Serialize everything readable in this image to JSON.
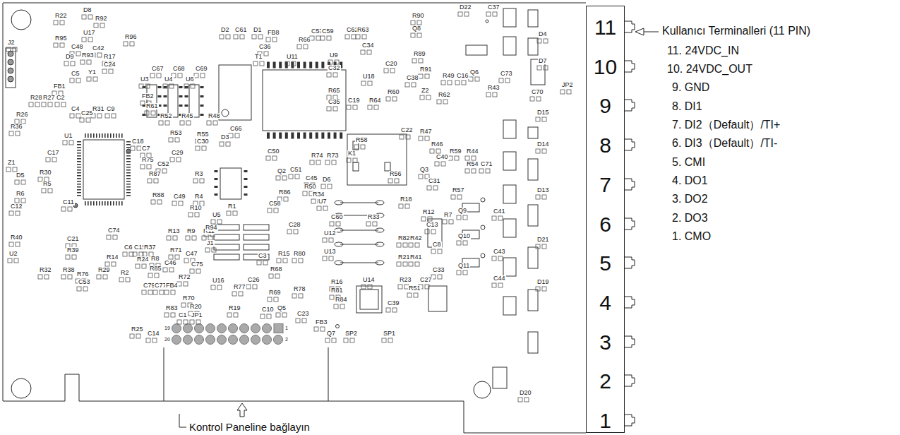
{
  "diagram": {
    "nodes": [
      {
        "text": [
          "11",
          "10",
          "9",
          "8",
          "7",
          "6",
          "5",
          "4",
          "3",
          "2",
          "1"
        ]
      }
    ],
    "labels": [
      "Kullanıcı Terminalleri (11 PIN)",
      "11. 24VDC_IN",
      "10. 24VDC_OUT",
      "9. GND",
      "8. DI1",
      "7. DI2（Default）/TI+",
      "6. DI3（Default）/TI-",
      "5. CMI",
      "4. DO1",
      "3. DO2",
      "2. DO3",
      "1. CMO",
      "Kontrol Paneline bağlayın",
      "19",
      "20",
      "1",
      "2",
      "R22",
      "D8",
      "R92",
      "U17",
      "R95",
      "C48",
      "R96",
      "R93",
      "C42",
      "R17",
      "C24",
      "Y1",
      "J2",
      "D9",
      "C5",
      "FB1",
      "FB2",
      "R28",
      "R27",
      "C2",
      "C4",
      "C25",
      "R31",
      "C9",
      "R26",
      "R36",
      "U1",
      "C17",
      "Z1",
      "D5",
      "R30",
      "R5",
      "R6",
      "C12",
      "C11",
      "R40",
      "C21",
      "U2",
      "R39",
      "R32",
      "R38",
      "R76",
      "C53",
      "R29",
      "R14",
      "C74",
      "C6",
      "C15",
      "R37",
      "R8",
      "R24",
      "R85",
      "R13",
      "R9",
      "R11",
      "R71",
      "C47",
      "C46",
      "C75",
      "R2",
      "C79",
      "C77",
      "FB4",
      "R72",
      "R70",
      "R20",
      "R83",
      "C1",
      "JP1",
      "R19",
      "R25",
      "C14",
      "J1",
      "U16",
      "R77",
      "C26",
      "C10",
      "Q5",
      "C3",
      "R15",
      "R80",
      "R68",
      "R69",
      "R78",
      "R16",
      "R81",
      "R84",
      "C23",
      "FB3",
      "Q7",
      "SP2",
      "SP1",
      "U14",
      "C39",
      "C28",
      "U12",
      "U13",
      "C60",
      "R33",
      "U7",
      "R86",
      "R50",
      "R34",
      "R1",
      "U5",
      "R94",
      "R10",
      "C58",
      "C45",
      "D6",
      "Q2",
      "C51",
      "C50",
      "R74",
      "R73",
      "K1",
      "R58",
      "R56",
      "C22",
      "R47",
      "R46",
      "C40",
      "R59",
      "R44",
      "R54",
      "C71",
      "C31",
      "R57",
      "Q3",
      "R18",
      "R12",
      "R7",
      "C13",
      "Q9",
      "C41",
      "C8",
      "R82",
      "R42",
      "Q10",
      "C43",
      "R21",
      "R41",
      "R23",
      "R51",
      "C27",
      "Q11",
      "C33",
      "C44",
      "D20",
      "D19",
      "D21",
      "D13",
      "D14",
      "D15",
      "D4",
      "D7",
      "JP2",
      "C70",
      "R43",
      "R49",
      "C16",
      "Z2",
      "R62",
      "R60",
      "C38",
      "R64",
      "C19",
      "U18",
      "C20",
      "C32",
      "R65",
      "C35",
      "C34",
      "C62",
      "R63",
      "C57",
      "C59",
      "U9",
      "U11",
      "R66",
      "C36",
      "FB8",
      "D2",
      "C61",
      "D1",
      "T1",
      "C67",
      "C68",
      "C69",
      "U3",
      "U4",
      "U6",
      "R61",
      "R52",
      "R45",
      "R48",
      "C18",
      "R55",
      "C30",
      "R53",
      "C29",
      "C7",
      "R75",
      "R87",
      "C52",
      "R3",
      "C49",
      "R4",
      "R88",
      "D3",
      "C66",
      "R90",
      "D22",
      "C37",
      "Q8",
      "R89",
      "R91",
      "Q6",
      "C73"
    ]
  }
}
